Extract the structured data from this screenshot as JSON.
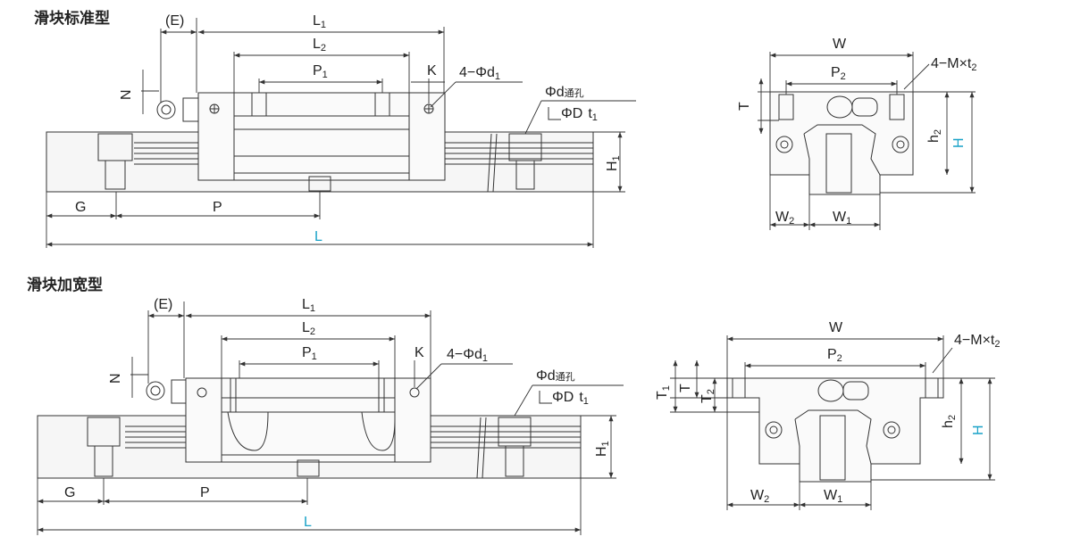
{
  "sections": {
    "standard": {
      "title": "滑块标准型"
    },
    "wide": {
      "title": "滑块加宽型"
    }
  },
  "labels": {
    "E": "(E)",
    "L1": "L",
    "L1_sub": "1",
    "L2": "L",
    "L2_sub": "2",
    "P1": "P",
    "P1_sub": "1",
    "K": "K",
    "hole4": "4−Φd",
    "hole4_sub": "1",
    "N": "N",
    "thru_pre": "Φd",
    "thru_text": "通孔",
    "cbore": "ΦD",
    "cbore_t": "t",
    "cbore_t_sub": "1",
    "H1": "H",
    "H1_sub": "1",
    "G": "G",
    "P": "P",
    "L": "L",
    "W": "W",
    "P2": "P",
    "P2_sub": "2",
    "tap": "4−M×t",
    "tap_sub": "2",
    "T": "T",
    "T1": "T",
    "T1_sub": "1",
    "T2": "T",
    "T2_sub": "2",
    "h2": "h",
    "h2_sub": "2",
    "H": "H",
    "W2": "W",
    "W2_sub": "2",
    "W1": "W",
    "W1_sub": "1"
  },
  "colors": {
    "line": "#333333",
    "dim_blue": "#1aa3c8",
    "rail_fill": "#f4f4f4"
  }
}
